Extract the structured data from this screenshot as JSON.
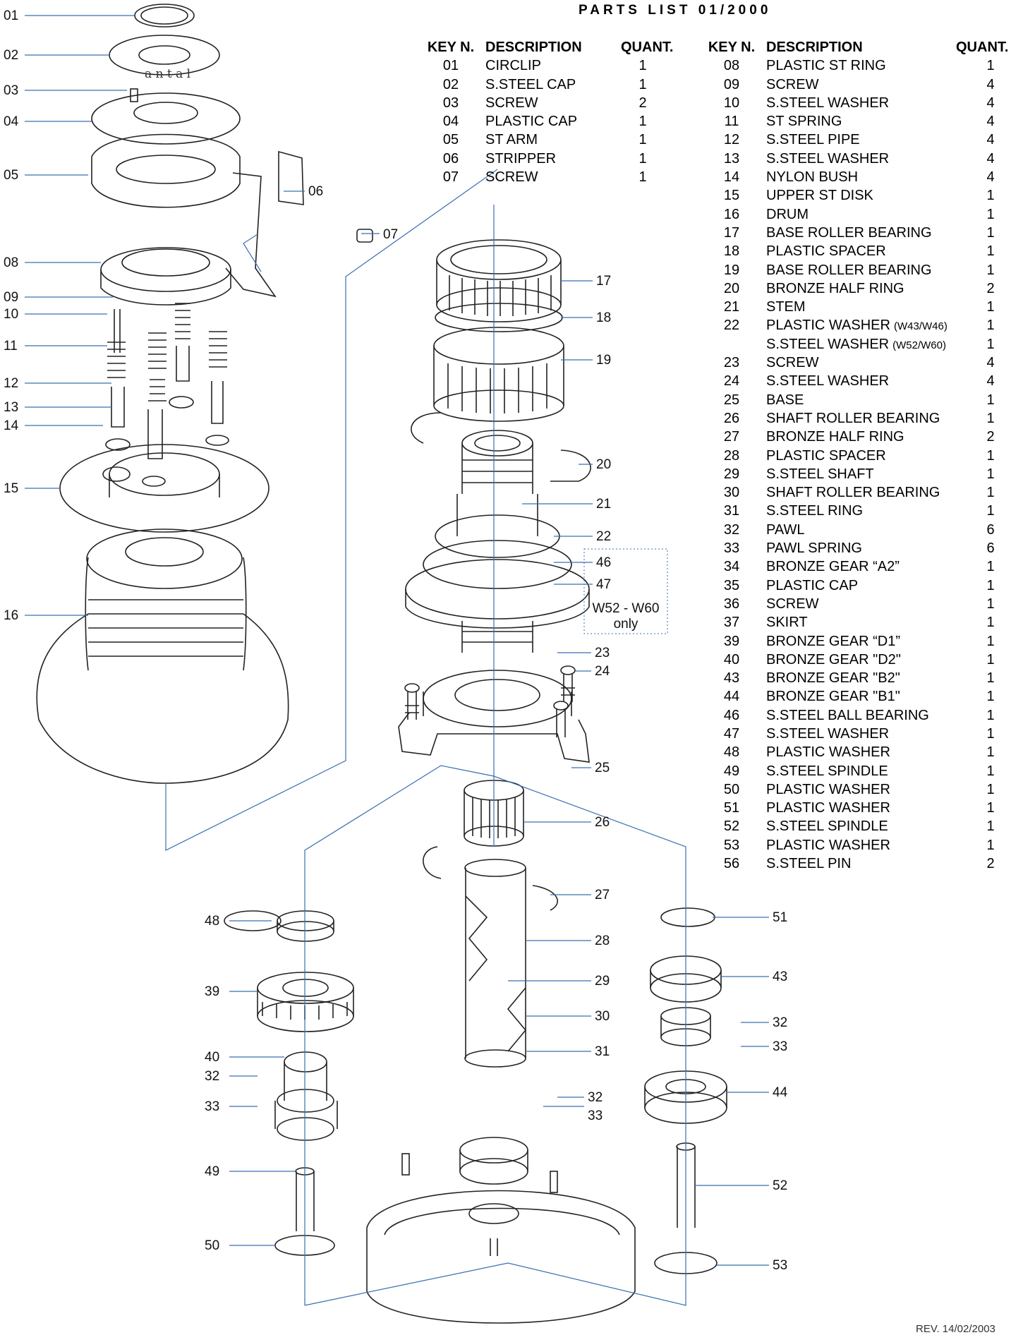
{
  "title": "PARTS LIST  01/2000",
  "revision": "REV. 14/02/2003",
  "headers": {
    "key": "KEY N.",
    "description": "DESCRIPTION",
    "quantity": "QUANT."
  },
  "parts_left": [
    {
      "key": "01",
      "desc": "CIRCLIP",
      "qty": "1"
    },
    {
      "key": "02",
      "desc": "S.STEEL CAP",
      "qty": "1"
    },
    {
      "key": "03",
      "desc": "SCREW",
      "qty": "2"
    },
    {
      "key": "04",
      "desc": "PLASTIC CAP",
      "qty": "1"
    },
    {
      "key": "05",
      "desc": "ST ARM",
      "qty": "1"
    },
    {
      "key": "06",
      "desc": "STRIPPER",
      "qty": "1"
    },
    {
      "key": "07",
      "desc": "SCREW",
      "qty": "1"
    }
  ],
  "parts_right": [
    {
      "key": "08",
      "desc": "PLASTIC ST RING",
      "note": "",
      "qty": "1"
    },
    {
      "key": "09",
      "desc": "SCREW",
      "note": "",
      "qty": "4"
    },
    {
      "key": "10",
      "desc": "S.STEEL WASHER",
      "note": "",
      "qty": "4"
    },
    {
      "key": "11",
      "desc": "ST SPRING",
      "note": "",
      "qty": "4"
    },
    {
      "key": "12",
      "desc": "S.STEEL PIPE",
      "note": "",
      "qty": "4"
    },
    {
      "key": "13",
      "desc": "S.STEEL WASHER",
      "note": "",
      "qty": "4"
    },
    {
      "key": "14",
      "desc": "NYLON BUSH",
      "note": "",
      "qty": "4"
    },
    {
      "key": "15",
      "desc": "UPPER ST DISK",
      "note": "",
      "qty": "1"
    },
    {
      "key": "16",
      "desc": "DRUM",
      "note": "",
      "qty": "1"
    },
    {
      "key": "17",
      "desc": "BASE ROLLER BEARING",
      "note": "",
      "qty": "1"
    },
    {
      "key": "18",
      "desc": "PLASTIC SPACER",
      "note": "",
      "qty": "1"
    },
    {
      "key": "19",
      "desc": "BASE ROLLER BEARING",
      "note": "",
      "qty": "1"
    },
    {
      "key": "20",
      "desc": "BRONZE HALF RING",
      "note": "",
      "qty": "2"
    },
    {
      "key": "21",
      "desc": "STEM",
      "note": "",
      "qty": "1"
    },
    {
      "key": "22",
      "desc": "PLASTIC WASHER",
      "note": "(W43/W46)",
      "qty": "1"
    },
    {
      "key": "",
      "desc": "S.STEEL WASHER",
      "note": "(W52/W60)",
      "qty": "1"
    },
    {
      "key": "23",
      "desc": "SCREW",
      "note": "",
      "qty": "4"
    },
    {
      "key": "24",
      "desc": "S.STEEL WASHER",
      "note": "",
      "qty": "4"
    },
    {
      "key": "25",
      "desc": "BASE",
      "note": "",
      "qty": "1"
    },
    {
      "key": "26",
      "desc": "SHAFT ROLLER BEARING",
      "note": "",
      "qty": "1"
    },
    {
      "key": "27",
      "desc": "BRONZE HALF RING",
      "note": "",
      "qty": "2"
    },
    {
      "key": "28",
      "desc": "PLASTIC SPACER",
      "note": "",
      "qty": "1"
    },
    {
      "key": "29",
      "desc": "S.STEEL SHAFT",
      "note": "",
      "qty": "1"
    },
    {
      "key": "30",
      "desc": "SHAFT ROLLER BEARING",
      "note": "",
      "qty": "1"
    },
    {
      "key": "31",
      "desc": "S.STEEL RING",
      "note": "",
      "qty": "1"
    },
    {
      "key": "32",
      "desc": "PAWL",
      "note": "",
      "qty": "6"
    },
    {
      "key": "33",
      "desc": "PAWL SPRING",
      "note": "",
      "qty": "6"
    },
    {
      "key": "34",
      "desc": "BRONZE GEAR “A2”",
      "note": "",
      "qty": "1"
    },
    {
      "key": "35",
      "desc": "PLASTIC CAP",
      "note": "",
      "qty": "1"
    },
    {
      "key": "36",
      "desc": "SCREW",
      "note": "",
      "qty": "1"
    },
    {
      "key": "37",
      "desc": "SKIRT",
      "note": "",
      "qty": "1"
    },
    {
      "key": "39",
      "desc": "BRONZE GEAR “D1”",
      "note": "",
      "qty": "1"
    },
    {
      "key": "40",
      "desc": "BRONZE GEAR \"D2\"",
      "note": "",
      "qty": "1"
    },
    {
      "key": "43",
      "desc": "BRONZE GEAR \"B2\"",
      "note": "",
      "qty": "1"
    },
    {
      "key": "44",
      "desc": "BRONZE GEAR \"B1\"",
      "note": "",
      "qty": "1"
    },
    {
      "key": "46",
      "desc": "S.STEEL BALL BEARING",
      "note": "",
      "qty": "1"
    },
    {
      "key": "47",
      "desc": "S.STEEL WASHER",
      "note": "",
      "qty": "1"
    },
    {
      "key": "48",
      "desc": "PLASTIC WASHER",
      "note": "",
      "qty": "1"
    },
    {
      "key": "49",
      "desc": "S.STEEL SPINDLE",
      "note": "",
      "qty": "1"
    },
    {
      "key": "50",
      "desc": "PLASTIC WASHER",
      "note": "",
      "qty": "1"
    },
    {
      "key": "51",
      "desc": "PLASTIC WASHER",
      "note": "",
      "qty": "1"
    },
    {
      "key": "52",
      "desc": "S.STEEL SPINDLE",
      "note": "",
      "qty": "1"
    },
    {
      "key": "53",
      "desc": "PLASTIC WASHER",
      "note": "",
      "qty": "1"
    },
    {
      "key": "56",
      "desc": "S.STEEL PIN",
      "note": "",
      "qty": "2"
    }
  ],
  "callouts": [
    "01",
    "02",
    "03",
    "04",
    "05",
    "06",
    "07",
    "08",
    "09",
    "10",
    "11",
    "12",
    "13",
    "14",
    "15",
    "16",
    "17",
    "18",
    "19",
    "20",
    "21",
    "22",
    "46",
    "47",
    "23",
    "24",
    "25",
    "26",
    "27",
    "28",
    "29",
    "30",
    "31",
    "32",
    "33",
    "48",
    "39",
    "40",
    "32",
    "33",
    "49",
    "50",
    "51",
    "43",
    "32",
    "33",
    "44",
    "52",
    "53"
  ],
  "note_box": {
    "line1": "W52 - W60",
    "line2": "only"
  },
  "leader_color": "#3a6fb0"
}
